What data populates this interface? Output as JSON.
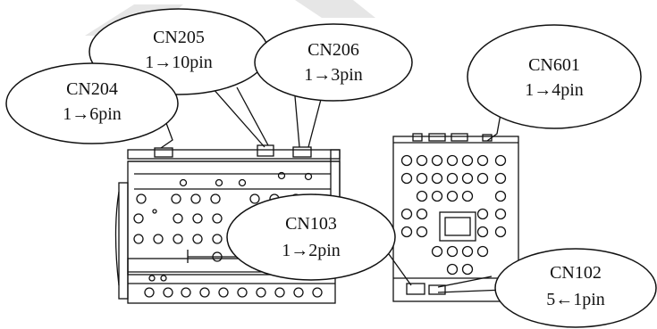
{
  "watermark_color": "#e6e6e6",
  "callouts": {
    "cn205": {
      "name": "CN205",
      "pins": "1→10pin"
    },
    "cn206": {
      "name": "CN206",
      "pins": "1→3pin"
    },
    "cn204": {
      "name": "CN204",
      "pins": "1→6pin"
    },
    "cn601": {
      "name": "CN601",
      "pins": "1→4pin"
    },
    "cn103": {
      "name": "CN103",
      "pins": "1→2pin"
    },
    "cn102": {
      "name": "CN102",
      "pins": "5←1pin"
    }
  }
}
